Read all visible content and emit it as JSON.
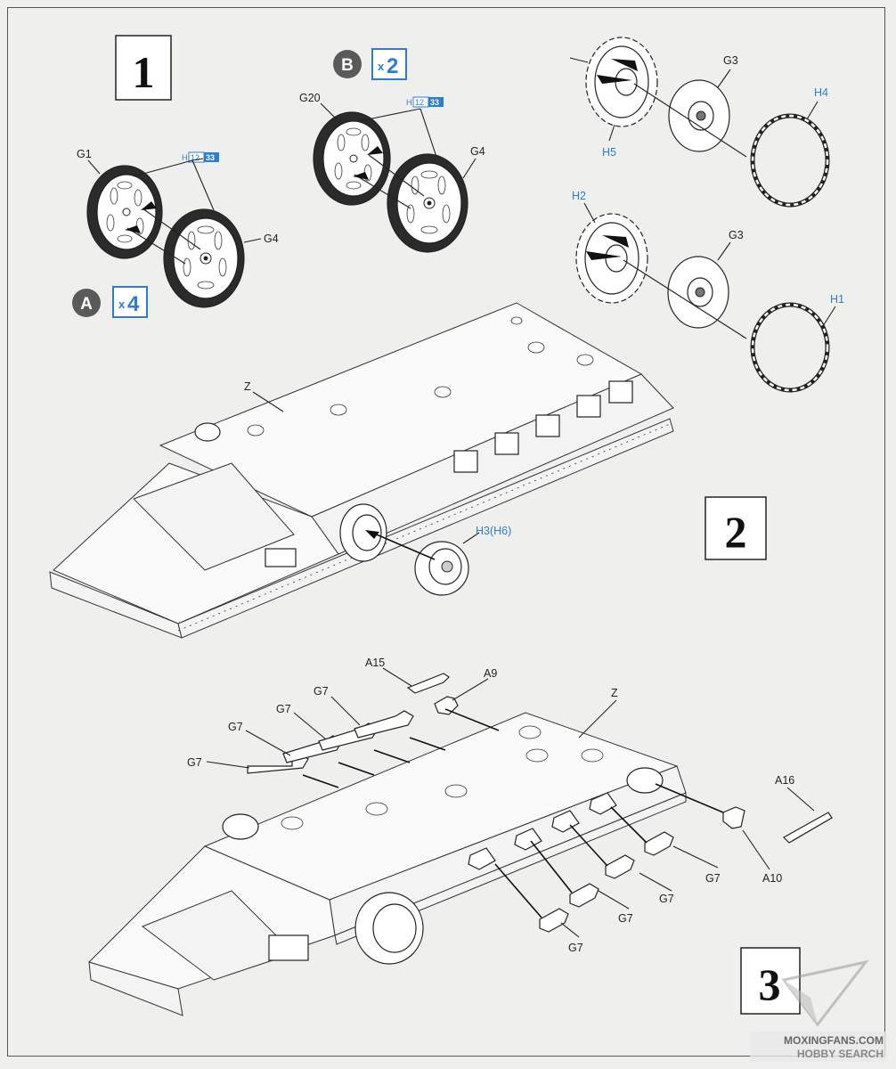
{
  "steps": {
    "s1": "1",
    "s2": "2",
    "s3": "3"
  },
  "badges": {
    "a": {
      "letter": "A",
      "count": "4",
      "prefix": "x"
    },
    "b": {
      "letter": "B",
      "count": "2",
      "prefix": "x"
    }
  },
  "paint_codes": {
    "prefix": "H",
    "code1": "12",
    "code2": "33"
  },
  "labels": {
    "g1": "G1",
    "g4a": "G4",
    "g20": "G20",
    "g4b": "G4",
    "g3a": "G3",
    "h4": "H4",
    "h5": "H5",
    "h2": "H2",
    "g3b": "G3",
    "h1": "H1",
    "z1": "Z",
    "h3": "H3(H6)",
    "a15": "A15",
    "a9": "A9",
    "z2": "Z",
    "a16": "A16",
    "a10": "A10",
    "g7_1": "G7",
    "g7_2": "G7",
    "g7_3": "G7",
    "g7_4": "G7",
    "g7_5": "G7",
    "g7_6": "G7",
    "g7_7": "G7",
    "g7_8": "G7"
  },
  "watermark": {
    "site": "MOXINGFANS.COM",
    "brand": "HOBBY SEARCH"
  },
  "colors": {
    "accent_blue": "#2a7fd4",
    "badge_grey": "#5a5a5a",
    "ink": "#222222"
  }
}
